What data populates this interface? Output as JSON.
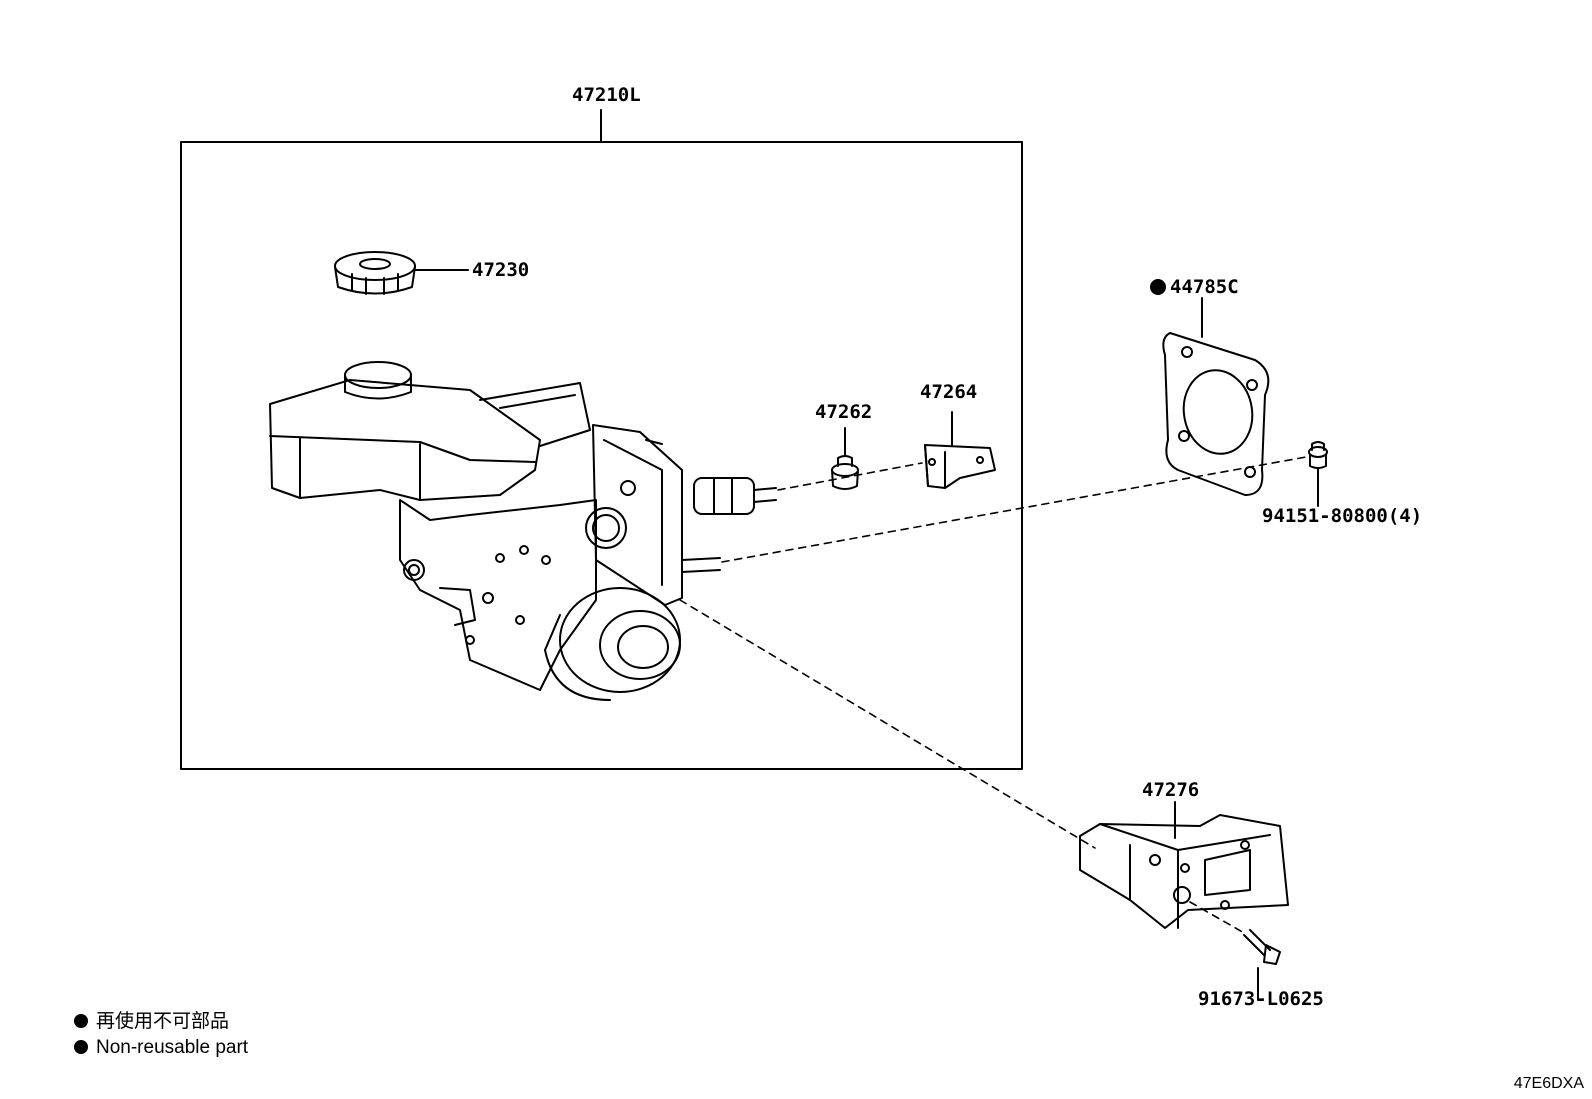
{
  "labels": {
    "assembly": "47210L",
    "cap": "47230",
    "gasket": "44785C",
    "grommet": "47262",
    "bracket_small": "47264",
    "nut": "94151-80800(4)",
    "bracket_large": "47276",
    "bolt": "91673-L0625"
  },
  "legend": {
    "jp": "再使用不可部品",
    "en": "Non-reusable part"
  },
  "diagram_code": "47E6DXA",
  "colors": {
    "line": "#000000",
    "background": "#ffffff"
  }
}
